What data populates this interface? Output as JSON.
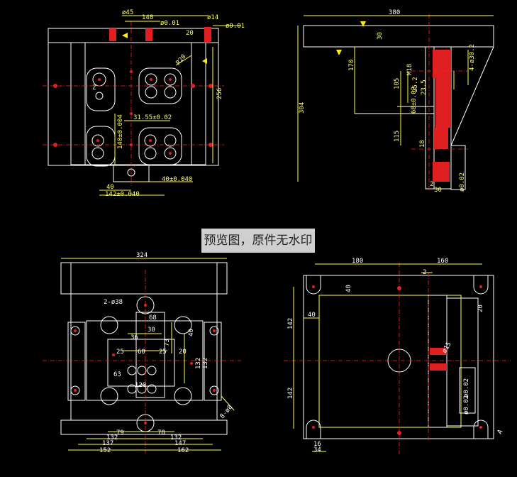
{
  "watermark": "预览图，原件无水印",
  "views": {
    "top_left": {
      "dims": [
        "ø45",
        "148",
        "ø14",
        "ø0.01",
        "ø0.01",
        "20",
        "R20",
        "256",
        "31.55±0.02",
        "140±0.004",
        "40",
        "40±0.040",
        "142±0.040",
        "Z"
      ]
    },
    "top_right": {
      "dims": [
        "380",
        "30",
        "170",
        "105",
        "M18",
        "25.2",
        "23.5",
        "304",
        "68±0.02",
        "115",
        "18",
        "2",
        "30",
        "4-ø30.2",
        "ø0.02"
      ]
    },
    "bottom_left": {
      "dims": [
        "324",
        "2-ø38",
        "68",
        "30",
        "36",
        "40",
        "73",
        "25",
        "60",
        "25",
        "20",
        "132",
        "132",
        "63",
        "120",
        "79",
        "78",
        "132",
        "132",
        "137",
        "147",
        "152",
        "162",
        "8-ø8"
      ]
    },
    "bottom_right": {
      "dims": [
        "180",
        "160",
        "2",
        "40",
        "40",
        "20",
        "142",
        "142",
        "ø15",
        "ø0.02",
        "ø0.02",
        "16",
        "34",
        "A"
      ]
    }
  }
}
